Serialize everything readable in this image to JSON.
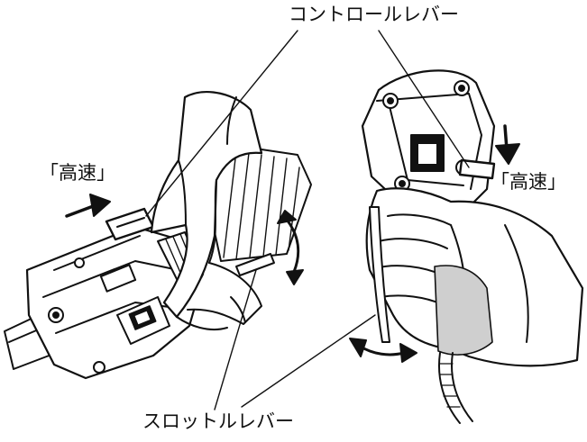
{
  "labels": {
    "control_lever": "コントロールレバー",
    "high_speed_left": "「高速」",
    "high_speed_right": "「高速」",
    "throttle_lever": "スロットルレバー"
  },
  "colors": {
    "line": "#111111",
    "fill": "#ffffff",
    "shade": "#cfcfcf"
  }
}
